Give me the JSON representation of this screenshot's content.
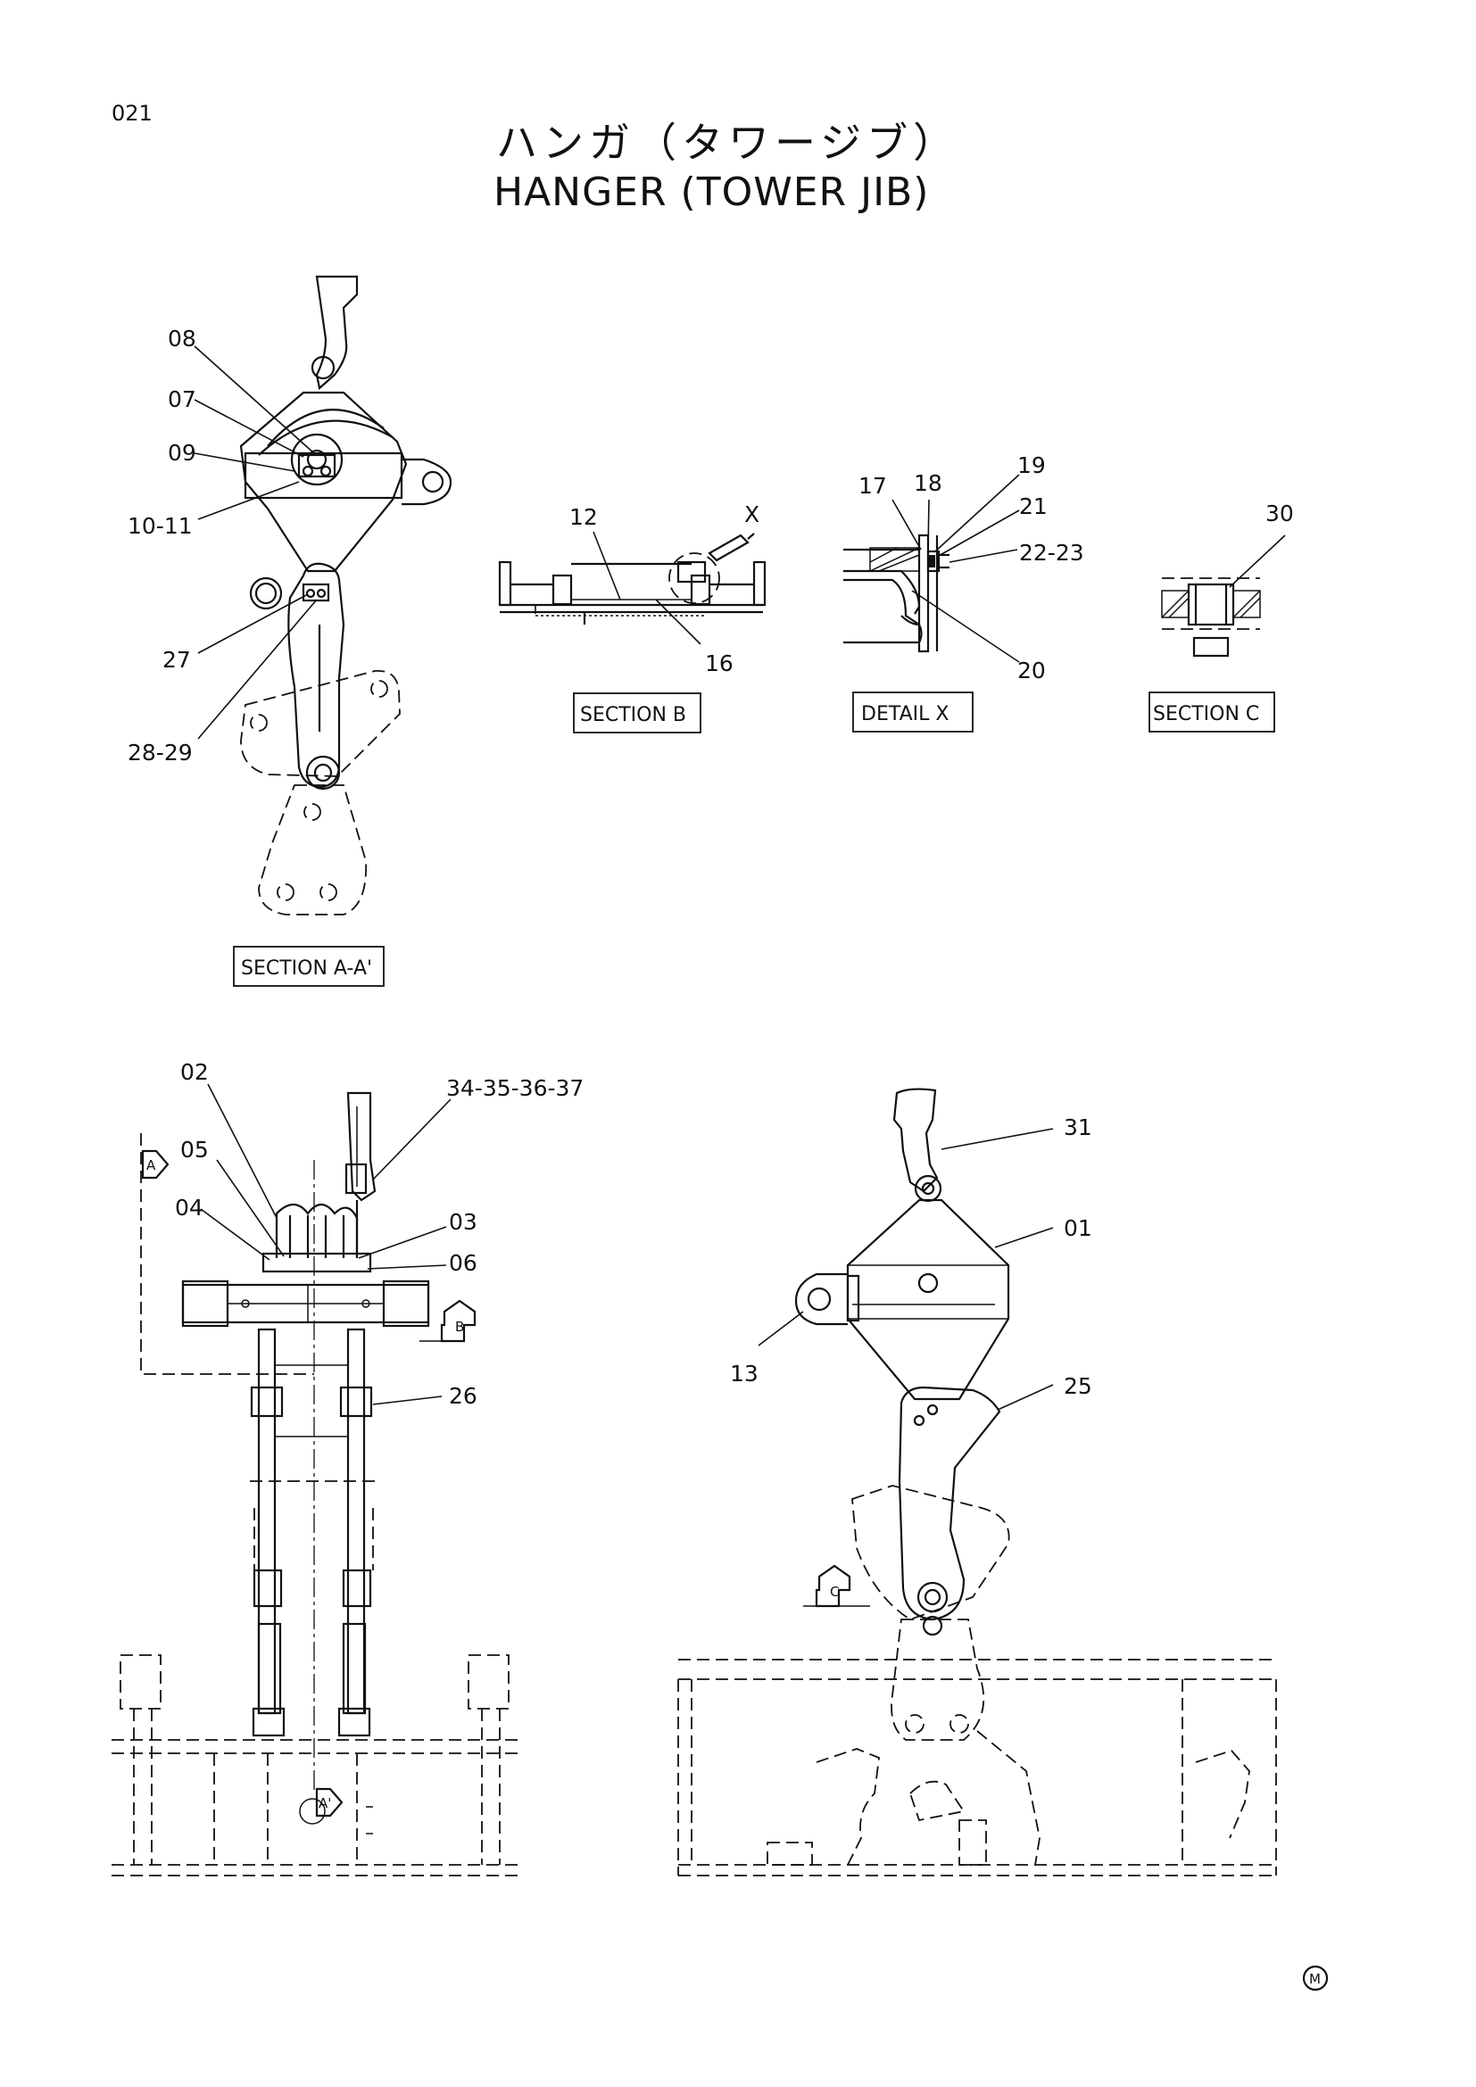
{
  "page_number": "021",
  "title_jp": "ハンガ（タワージブ）",
  "title_en": "HANGER (TOWER JIB)",
  "sections": {
    "aa": "SECTION A-A'",
    "b": "SECTION B",
    "x": "DETAIL X",
    "c": "SECTION C"
  },
  "view_markers": {
    "a": "A",
    "a_prime": "A'",
    "b": "B",
    "c": "C"
  },
  "detail_marker": "X",
  "callouts": {
    "c08": "08",
    "c07": "07",
    "c09": "09",
    "c1011": "10-11",
    "c27": "27",
    "c2829": "28-29",
    "c12": "12",
    "c16": "16",
    "c17": "17",
    "c18": "18",
    "c19": "19",
    "c21": "21",
    "c2223": "22-23",
    "c20": "20",
    "c30": "30",
    "c02": "02",
    "c343536": "34-35-36-37",
    "c05": "05",
    "c04": "04",
    "c03": "03",
    "c06": "06",
    "c26": "26",
    "c31": "31",
    "c01": "01",
    "c13": "13",
    "c25": "25"
  },
  "mark": "M"
}
